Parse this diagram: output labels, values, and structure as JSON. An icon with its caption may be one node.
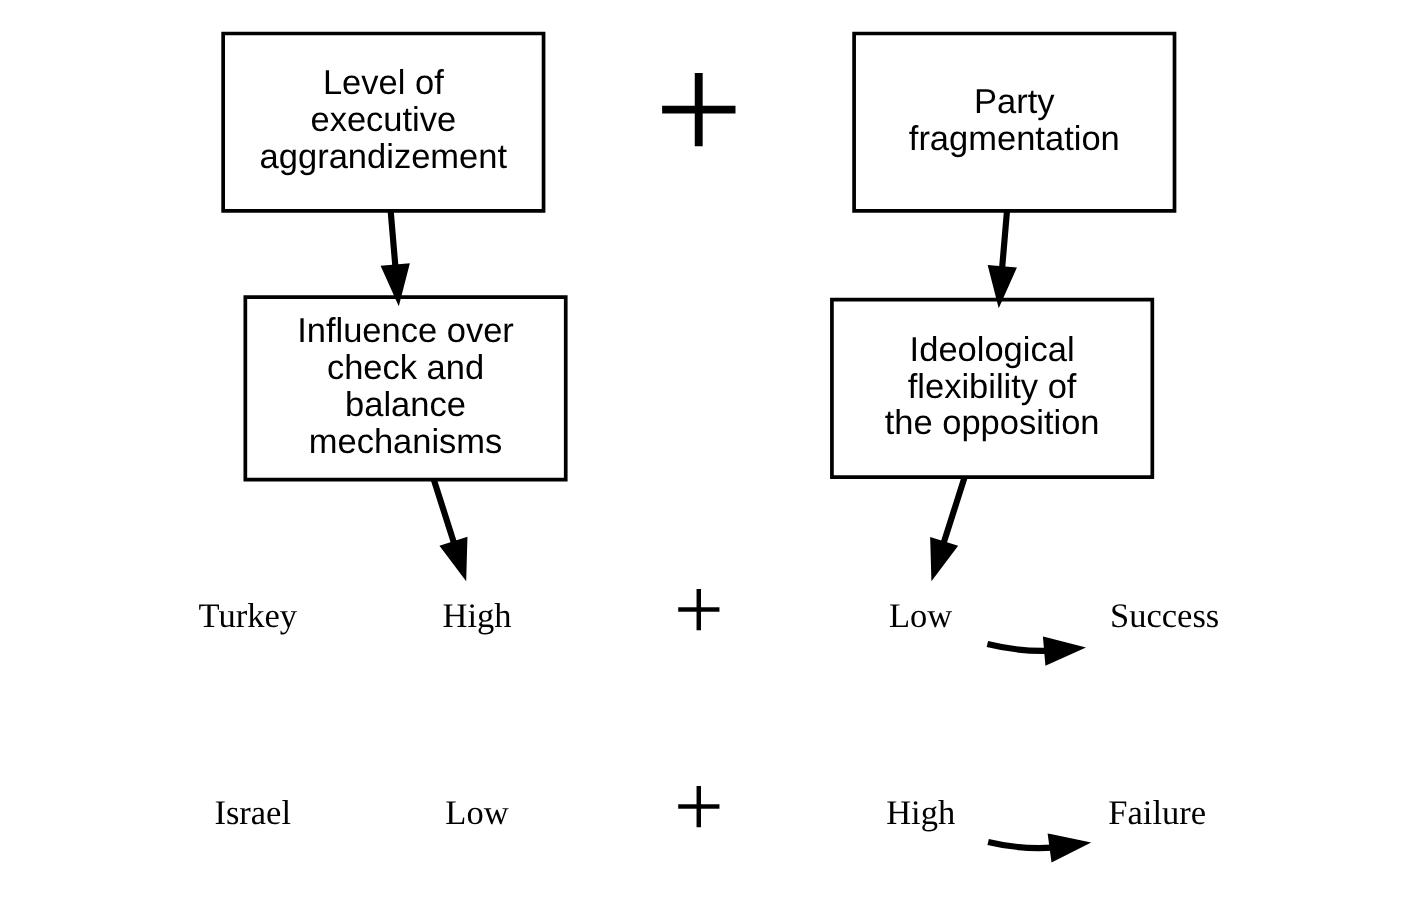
{
  "diagram": {
    "nodes": [
      {
        "text": [
          "Level of executive aggrandizement"
        ]
      },
      {
        "text": [
          "Party fragmentation"
        ]
      },
      {
        "text": [
          "Influence over check and balance mechanisms"
        ]
      },
      {
        "text": [
          "Ideological flexibility of the opposition"
        ]
      },
      {
        "text": [
          "High"
        ]
      },
      {
        "text": [
          "Low"
        ]
      },
      {
        "text": [
          "Success"
        ]
      },
      {
        "text": [
          "Low"
        ]
      },
      {
        "text": [
          "High"
        ]
      },
      {
        "text": [
          "Failure"
        ]
      }
    ],
    "edges": [
      {
        "from": 0,
        "to": 2,
        "arrow": "to"
      },
      {
        "from": 1,
        "to": 3,
        "arrow": "to"
      },
      {
        "from": 2,
        "to": 4,
        "arrow": "to"
      },
      {
        "from": 3,
        "to": 5,
        "arrow": "to"
      },
      {
        "from": 5,
        "to": 6,
        "arrow": "to"
      },
      {
        "from": 8,
        "to": 9,
        "arrow": "to"
      }
    ],
    "labels": [
      "+",
      "Turkey",
      "+",
      "Israel",
      "+"
    ]
  }
}
